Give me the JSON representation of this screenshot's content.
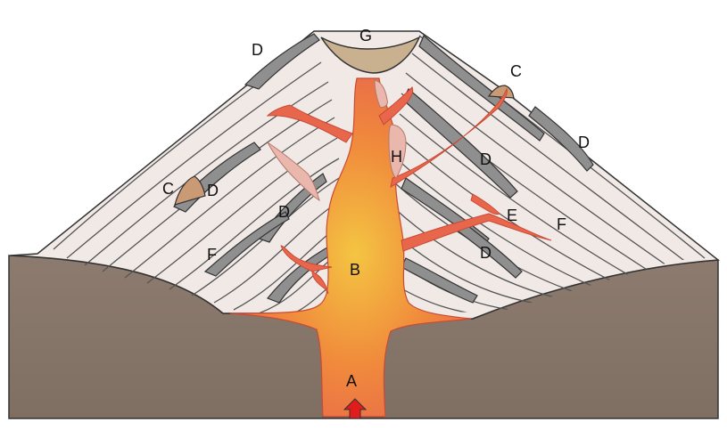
{
  "labels": {
    "A": "A",
    "B": "B",
    "C": "C",
    "D": "D",
    "E": "E",
    "F": "F",
    "G": "G",
    "H": "H"
  },
  "colors": {
    "ground": "#8c7b6e",
    "strata_fill": "#f1e9e6",
    "strata_line": "#4a4a4a",
    "ash_bands": "#8f8f8f",
    "magma_core": "#f4c542",
    "magma_edge": "#e8664b",
    "crater": "#c9b08f",
    "parasitic_cone": "#c99a73",
    "intrusion_pink": "#eab7ad",
    "arrow": "#e21c1c"
  }
}
